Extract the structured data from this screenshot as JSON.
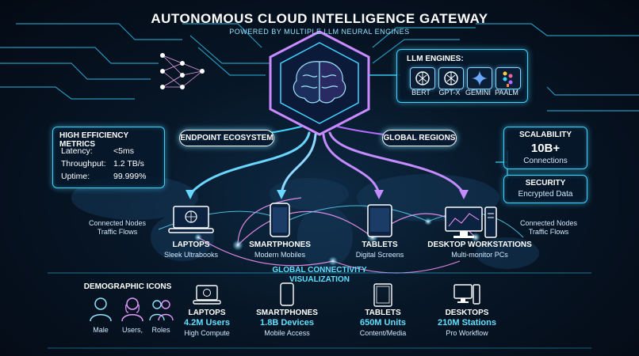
{
  "header": {
    "title": "AUTONOMOUS CLOUD INTELLIGENCE GATEWAY",
    "subtitle": "POWERED BY MULTIPLE LLM NEURAL ENGINES"
  },
  "llm": {
    "label": "LLM ENGINES:",
    "engines": [
      {
        "name": "BERT",
        "icon": "openai-knot-icon"
      },
      {
        "name": "GPT-X",
        "icon": "openai-knot-icon"
      },
      {
        "name": "GEMINI",
        "icon": "gemini-star-icon"
      },
      {
        "name": "PAALM",
        "icon": "palm-dots-icon"
      }
    ]
  },
  "metrics": {
    "title": "HIGH EFFICIENCY METRICS",
    "rows": [
      {
        "label": "Latency:",
        "value": "<5ms"
      },
      {
        "label": "Throughput:",
        "value": "1.2 TB/s"
      },
      {
        "label": "Uptime:",
        "value": "99.999%"
      }
    ]
  },
  "pills": {
    "endpoint": "ENDPOINT ECOSYSTEM",
    "regions": "GLOBAL REGIONS"
  },
  "scalability": {
    "title": "SCALABILITY",
    "value": "10B+",
    "sub": "Connections"
  },
  "security": {
    "title": "SECURITY",
    "sub": "Encrypted Data"
  },
  "nodes_left": {
    "line1": "Connected Nodes",
    "line2": "Traffic Flows"
  },
  "nodes_right": {
    "line1": "Connected Nodes",
    "line2": "Traffic Flows"
  },
  "upper_devices": [
    {
      "name": "LAPTOPS",
      "sub": "Sleek Ultrabooks"
    },
    {
      "name": "SMARTPHONES",
      "sub": "Modern Mobiles"
    },
    {
      "name": "TABLETS",
      "sub": "Digital Screens"
    },
    {
      "name": "DESKTOP WORKSTATIONS",
      "sub": "Multi-monitor PCs"
    }
  ],
  "center_label": {
    "line1": "GLOBAL CONNECTIVITY",
    "line2": "VISUALIZATION"
  },
  "demographic": {
    "title": "DEMOGRAPHIC ICONS",
    "labels": [
      "Male",
      "Users,",
      "Roles"
    ]
  },
  "lower_devices": [
    {
      "name": "LAPTOPS",
      "stat": "4.2M",
      "unit": "Users",
      "sub": "High Compute"
    },
    {
      "name": "SMARTPHONES",
      "stat": "1.8B",
      "unit": "Devices",
      "sub": "Mobile Access"
    },
    {
      "name": "TABLETS",
      "stat": "650M",
      "unit": "Units",
      "sub": "Content/Media"
    },
    {
      "name": "DESKTOPS",
      "stat": "210M",
      "unit": "Stations",
      "sub": "Pro Workflow"
    }
  ],
  "colors": {
    "accent": "#3fd4ff",
    "accent2": "#b06cff",
    "background": "#050b16"
  }
}
